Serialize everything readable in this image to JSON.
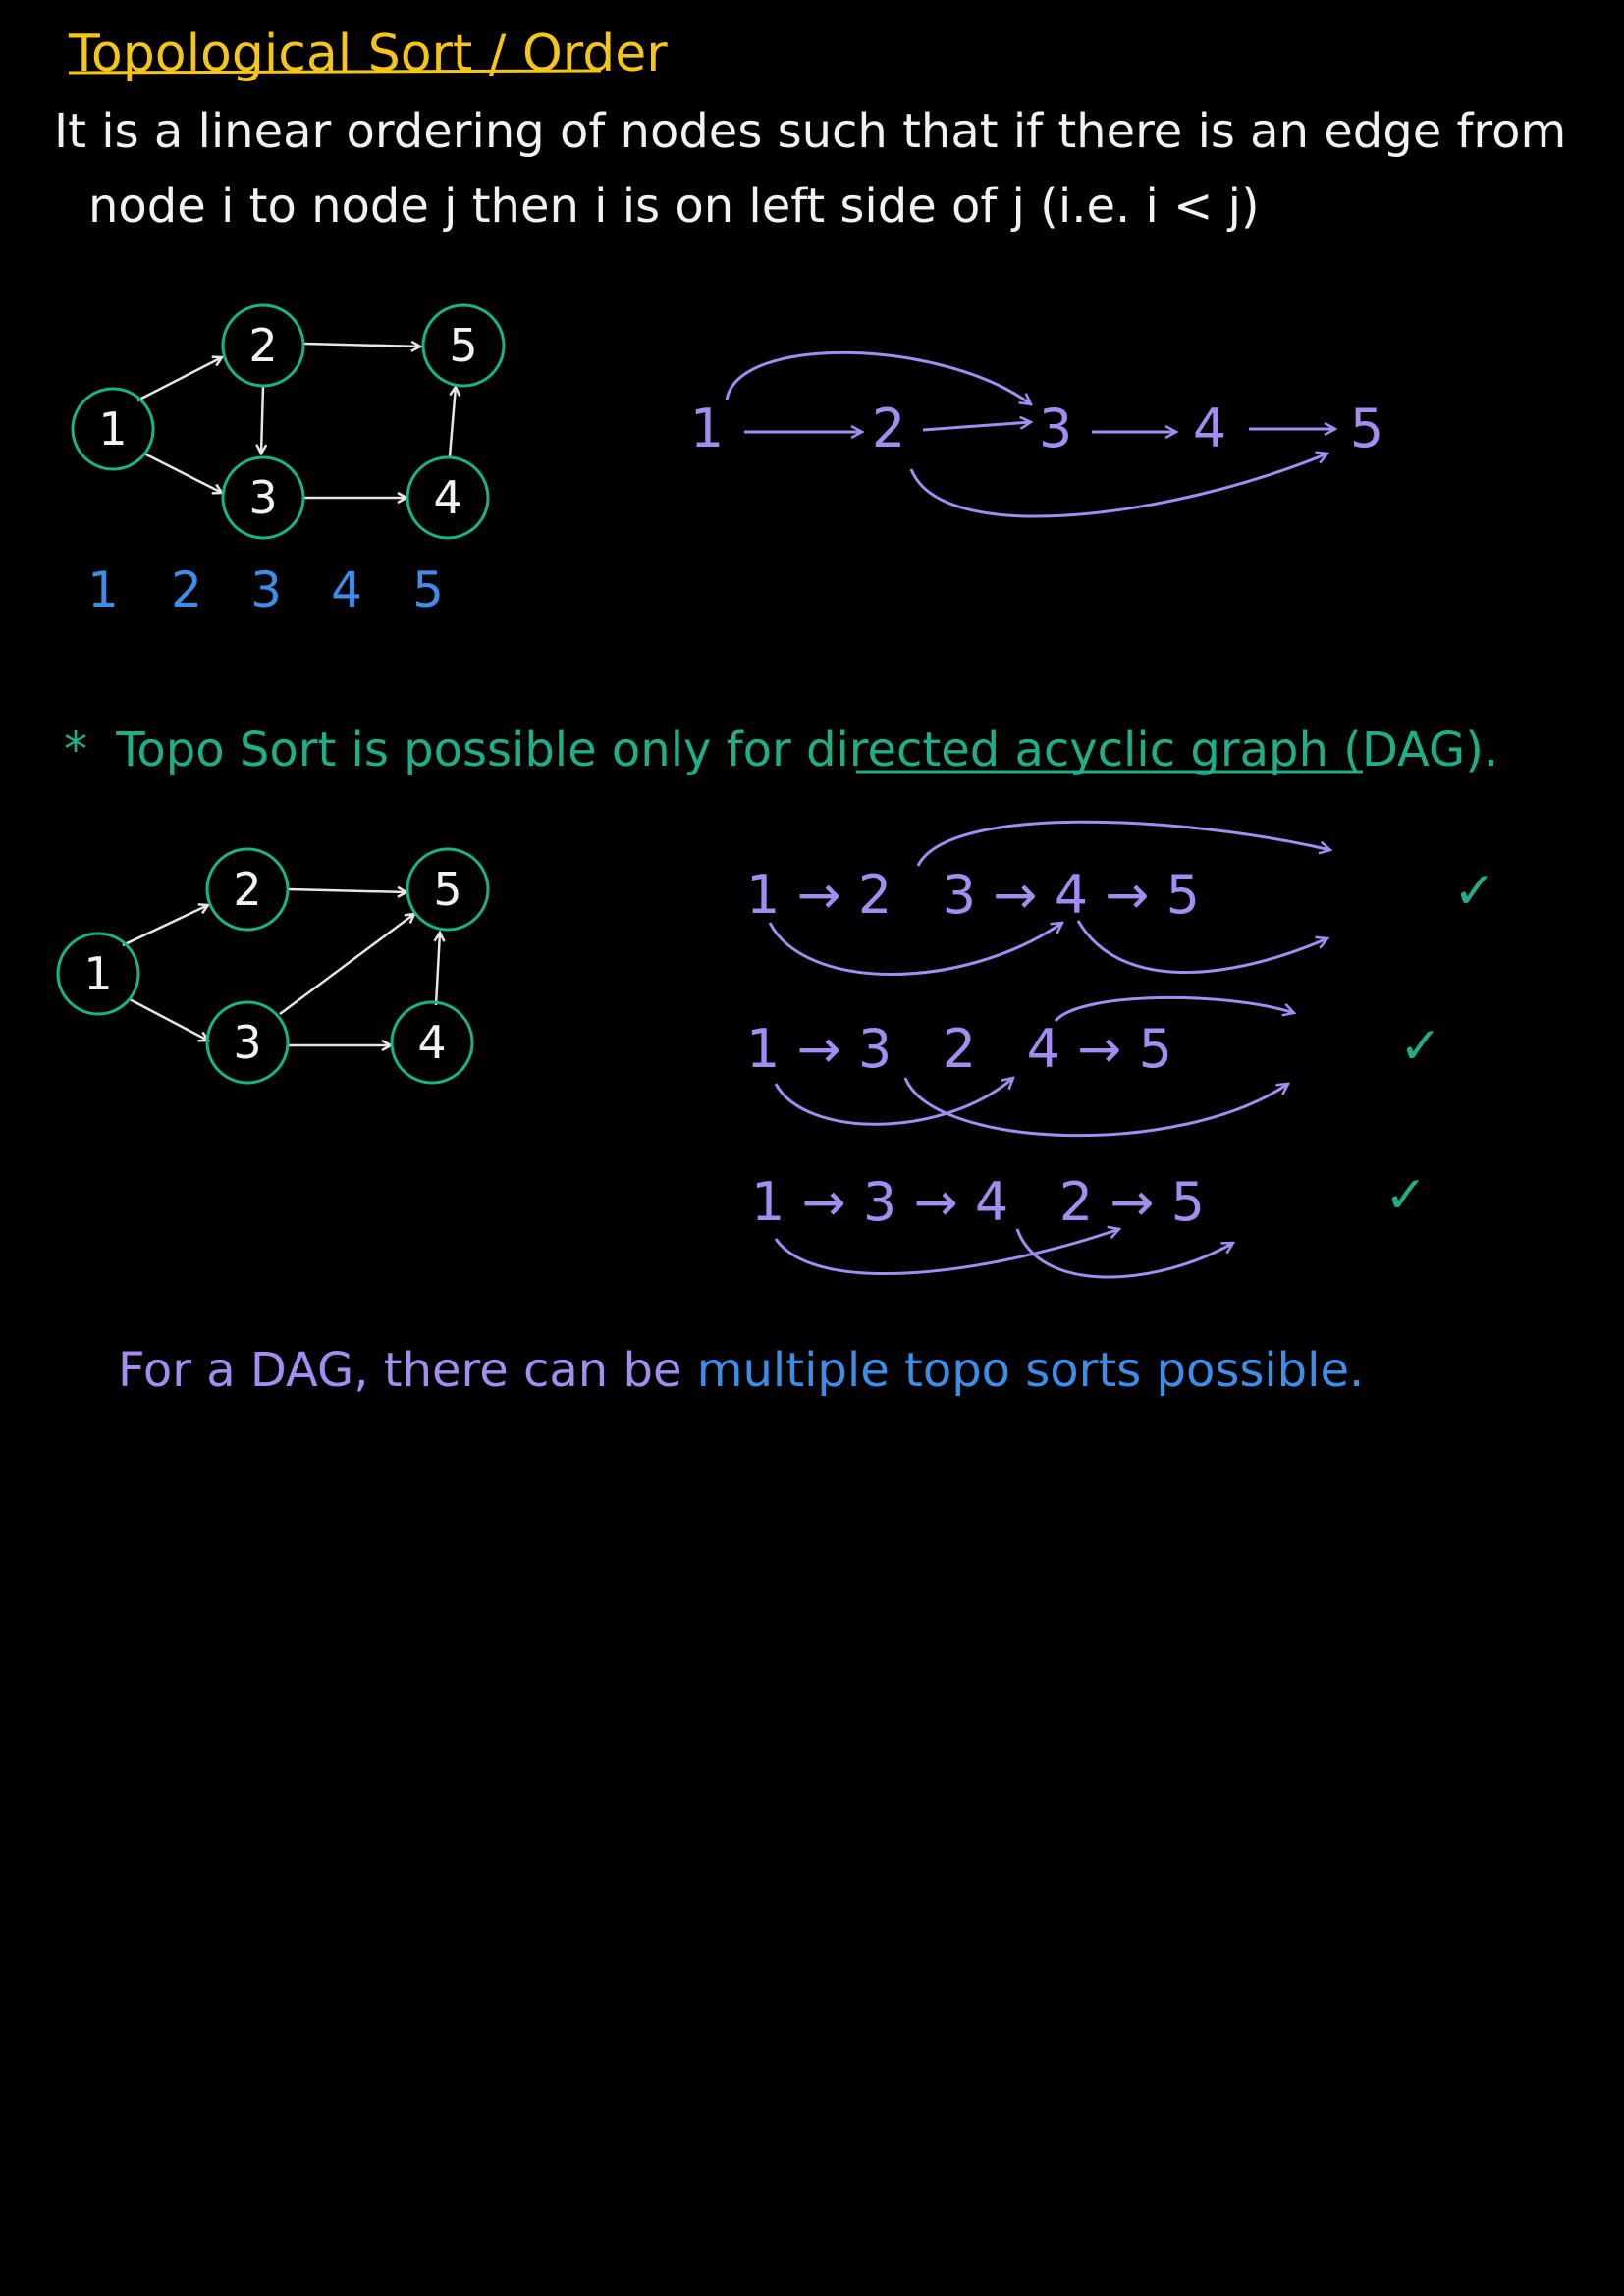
{
  "title": "Topological Sort / Order",
  "definition": {
    "line1": "It is a linear ordering of nodes such that if there is an edge from",
    "line2": "node i to node j then i is on left side of j (i.e. i < j)"
  },
  "example1": {
    "nodes": [
      "1",
      "2",
      "3",
      "4",
      "5"
    ],
    "order": [
      "1",
      "2",
      "3",
      "4",
      "5"
    ],
    "sequence": [
      "1",
      "2",
      "3",
      "4",
      "5"
    ]
  },
  "note": {
    "star": "*",
    "prefix": "Topo Sort is possible only for ",
    "highlight": "directed acyclic graph",
    "suffix": " (DAG)."
  },
  "example2": {
    "nodes": [
      "1",
      "2",
      "3",
      "4",
      "5"
    ],
    "orderings": [
      {
        "sequence": "1 → 2   3 → 4 → 5",
        "check": "✓"
      },
      {
        "sequence": "1 → 3   2   4 → 5",
        "check": "✓"
      },
      {
        "sequence": "1 → 3 → 4   2 → 5",
        "check": "✓"
      }
    ]
  },
  "conclusion": {
    "prefix": "For a DAG, there can be ",
    "highlight": "multiple topo sorts possible."
  },
  "colors": {
    "background": "#000000",
    "title": "#f5c518",
    "text": "#f2f2f2",
    "node": "#19b38a",
    "arrow": "#e6e6e6",
    "blue": "#3d8ee8",
    "purple": "#a48cf0",
    "green": "#1fae8a"
  }
}
